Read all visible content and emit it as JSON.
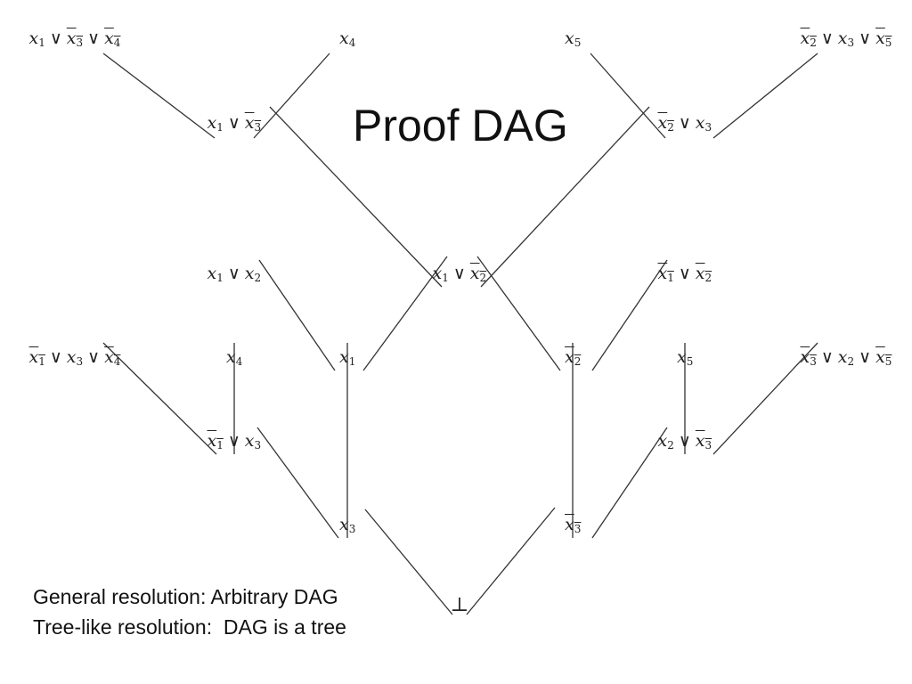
{
  "slide": {
    "title": "Proof DAG",
    "captions": [
      "General resolution: Arbitrary DAG",
      "Tree-like resolution:  DAG is a tree"
    ]
  },
  "nodes": [
    {
      "id": "n1",
      "literals": [
        {
          "v": "x",
          "i": "1",
          "neg": false
        },
        {
          "v": "x",
          "i": "3",
          "neg": true
        },
        {
          "v": "x",
          "i": "4",
          "neg": true
        }
      ]
    },
    {
      "id": "n2",
      "literals": [
        {
          "v": "x",
          "i": "4",
          "neg": false
        }
      ]
    },
    {
      "id": "n3",
      "literals": [
        {
          "v": "x",
          "i": "5",
          "neg": false
        }
      ]
    },
    {
      "id": "n4",
      "literals": [
        {
          "v": "x",
          "i": "2",
          "neg": true
        },
        {
          "v": "x",
          "i": "3",
          "neg": false
        },
        {
          "v": "x",
          "i": "5",
          "neg": true
        }
      ]
    },
    {
      "id": "n5",
      "literals": [
        {
          "v": "x",
          "i": "1",
          "neg": false
        },
        {
          "v": "x",
          "i": "3",
          "neg": true
        }
      ]
    },
    {
      "id": "n6",
      "literals": [
        {
          "v": "x",
          "i": "2",
          "neg": true
        },
        {
          "v": "x",
          "i": "3",
          "neg": false
        }
      ]
    },
    {
      "id": "n7",
      "literals": [
        {
          "v": "x",
          "i": "1",
          "neg": false
        },
        {
          "v": "x",
          "i": "2",
          "neg": false
        }
      ]
    },
    {
      "id": "n8",
      "literals": [
        {
          "v": "x",
          "i": "1",
          "neg": false
        },
        {
          "v": "x",
          "i": "2",
          "neg": true
        }
      ]
    },
    {
      "id": "n9",
      "literals": [
        {
          "v": "x",
          "i": "1",
          "neg": true
        },
        {
          "v": "x",
          "i": "2",
          "neg": true
        }
      ]
    },
    {
      "id": "n10",
      "literals": [
        {
          "v": "x",
          "i": "1",
          "neg": true
        },
        {
          "v": "x",
          "i": "3",
          "neg": false
        },
        {
          "v": "x",
          "i": "4",
          "neg": true
        }
      ]
    },
    {
      "id": "n11",
      "literals": [
        {
          "v": "x",
          "i": "4",
          "neg": false
        }
      ]
    },
    {
      "id": "n12",
      "literals": [
        {
          "v": "x",
          "i": "1",
          "neg": false
        }
      ]
    },
    {
      "id": "n13",
      "literals": [
        {
          "v": "x",
          "i": "2",
          "neg": true
        }
      ]
    },
    {
      "id": "n14",
      "literals": [
        {
          "v": "x",
          "i": "5",
          "neg": false
        }
      ]
    },
    {
      "id": "n15",
      "literals": [
        {
          "v": "x",
          "i": "3",
          "neg": true
        },
        {
          "v": "x",
          "i": "2",
          "neg": false
        },
        {
          "v": "x",
          "i": "5",
          "neg": true
        }
      ]
    },
    {
      "id": "n16",
      "literals": [
        {
          "v": "x",
          "i": "1",
          "neg": true
        },
        {
          "v": "x",
          "i": "3",
          "neg": false
        }
      ]
    },
    {
      "id": "n17",
      "literals": [
        {
          "v": "x",
          "i": "2",
          "neg": false
        },
        {
          "v": "x",
          "i": "3",
          "neg": true
        }
      ]
    },
    {
      "id": "n18",
      "literals": [
        {
          "v": "x",
          "i": "3",
          "neg": false
        }
      ]
    },
    {
      "id": "n19",
      "literals": [
        {
          "v": "x",
          "i": "3",
          "neg": true
        }
      ]
    },
    {
      "id": "n20",
      "literals": [],
      "symbol": "⊥"
    }
  ],
  "edges": [
    [
      "n1",
      "n5"
    ],
    [
      "n2",
      "n5"
    ],
    [
      "n3",
      "n6"
    ],
    [
      "n4",
      "n6"
    ],
    [
      "n5",
      "n8"
    ],
    [
      "n6",
      "n8"
    ],
    [
      "n7",
      "n12"
    ],
    [
      "n8",
      "n12"
    ],
    [
      "n8",
      "n13"
    ],
    [
      "n9",
      "n13"
    ],
    [
      "n10",
      "n16"
    ],
    [
      "n11",
      "n16"
    ],
    [
      "n14",
      "n17"
    ],
    [
      "n15",
      "n17"
    ],
    [
      "n16",
      "n18"
    ],
    [
      "n12",
      "n18"
    ],
    [
      "n13",
      "n19"
    ],
    [
      "n17",
      "n19"
    ],
    [
      "n18",
      "n20"
    ],
    [
      "n19",
      "n20"
    ]
  ],
  "colors": {
    "edge": "#333333",
    "text": "#222222"
  }
}
